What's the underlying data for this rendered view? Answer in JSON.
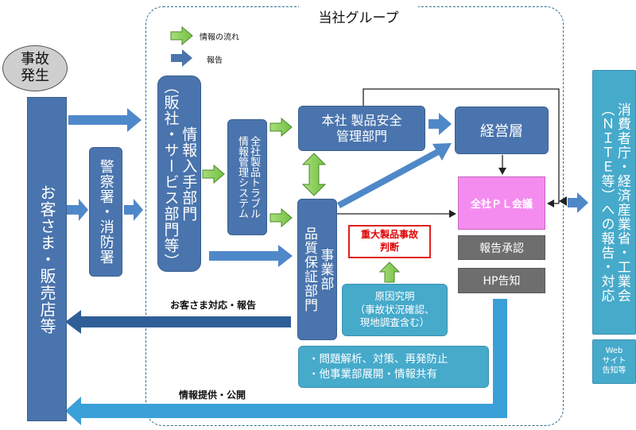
{
  "group_title": "当社グループ",
  "legend": {
    "info_flow": "情報の流れ",
    "report": "報告"
  },
  "accident": "事故\n発生",
  "customer": "お客さま・販売店等",
  "police": "警察署・消防署",
  "info_dept": "情報入手部門\n（販社・サービス部門等）",
  "trouble_system": "全社製品トラブル\n情報管理システム",
  "hq_safety": "本社 製品安全\n管理部門",
  "management": "経営層",
  "pl_meeting": "全社ＰＬ会議",
  "report_approval": "報告承認",
  "hp_notice": "HP告知",
  "qa_dept": "事業部\n品質保証部門",
  "serious_judgment": "重大製品事故\n判断",
  "cause": "原因究明\n（事故状況確認、\n現地調査含む）",
  "measures": "・問題解析、対策、再発防止\n・他事業部展開・情報共有",
  "authority": "消費者庁・経済産業省・工業会\n（ＮＩＴＥ等）への報告・対応",
  "web_notice": "Web\nサイト\n告知等",
  "customer_response": "お客さま対応・報告",
  "info_public": "情報提供・公開"
}
